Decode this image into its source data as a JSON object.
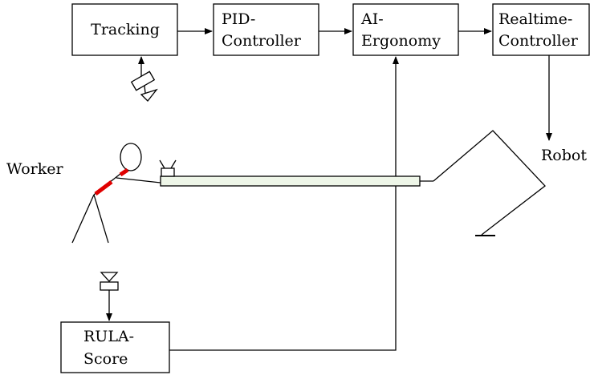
{
  "blocks": {
    "tracking": [
      "Tracking"
    ],
    "pid": [
      "PID-",
      "Controller"
    ],
    "ai": [
      "AI-",
      "Ergonomy"
    ],
    "realtime": [
      "Realtime-",
      "Controller"
    ],
    "rula": [
      "RULA-",
      "Score"
    ]
  },
  "labels": {
    "worker": "Worker",
    "robot": "Robot"
  },
  "colors": {
    "stroke": "#000000",
    "bar_fill": "#eef6e8",
    "highlight": "#e00000"
  }
}
